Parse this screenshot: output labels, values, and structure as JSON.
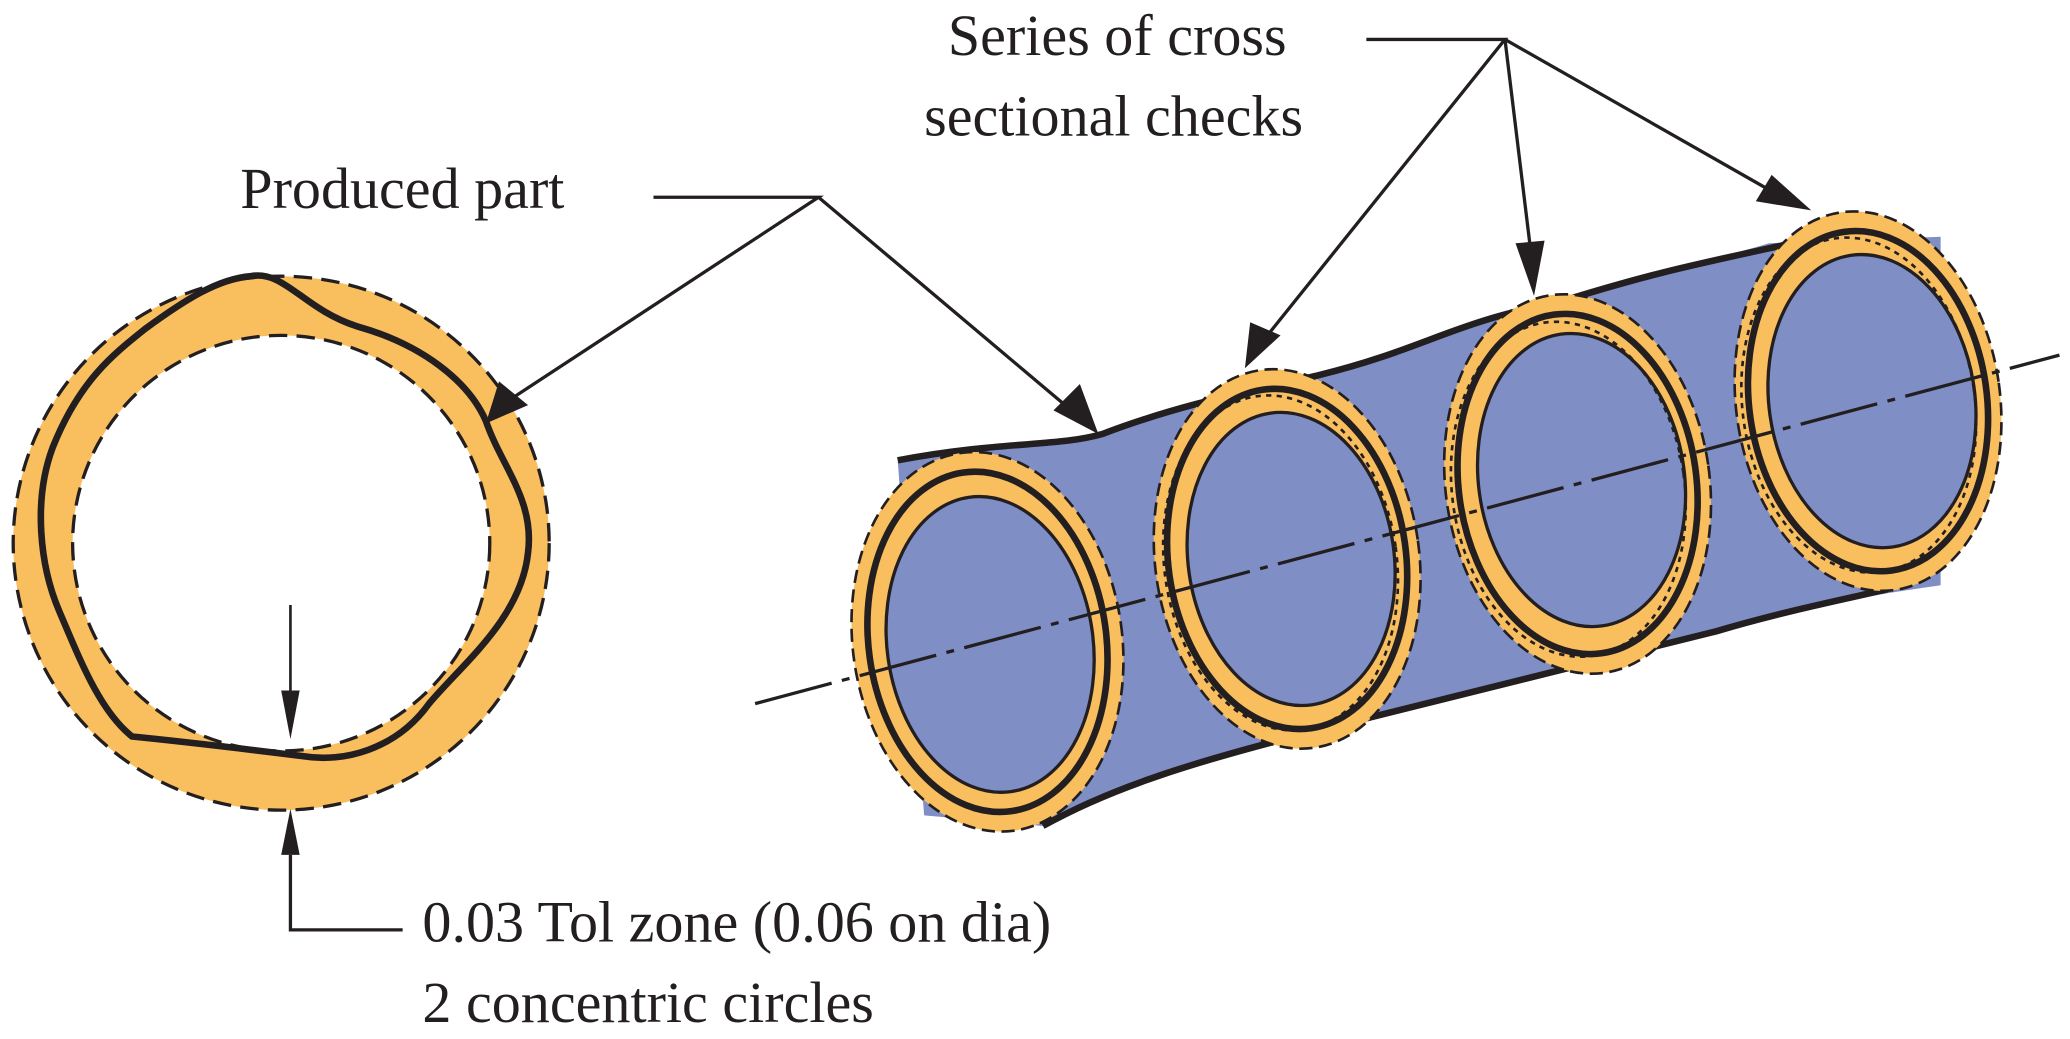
{
  "labels": {
    "series_line1": "Series of cross",
    "series_line2": "sectional checks",
    "produced_part": "Produced part",
    "tol_line1": "0.03 Tol zone (0.06 on dia)",
    "tol_line2": "2 concentric circles"
  },
  "colors": {
    "tolerance_zone": "#F9BE5E",
    "cylinder": "#7F8FC6",
    "line": "#231F20"
  }
}
